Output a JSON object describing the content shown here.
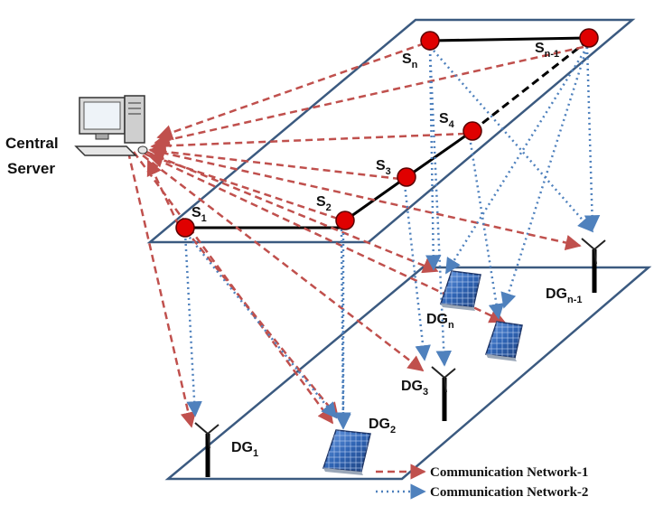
{
  "server": {
    "line1": "Central",
    "line2": "Server"
  },
  "sensors": [
    {
      "id": "s1",
      "base": "S",
      "sub": "1"
    },
    {
      "id": "s2",
      "base": "S",
      "sub": "2"
    },
    {
      "id": "s3",
      "base": "S",
      "sub": "3"
    },
    {
      "id": "s4",
      "base": "S",
      "sub": "4"
    },
    {
      "id": "sn",
      "base": "S",
      "sub": "n"
    },
    {
      "id": "sn1",
      "base": "S",
      "sub": "n-1"
    }
  ],
  "generators": [
    {
      "id": "dg1",
      "base": "DG",
      "sub": "1",
      "kind": "wind-turbine"
    },
    {
      "id": "dg2",
      "base": "DG",
      "sub": "2",
      "kind": "solar-panel"
    },
    {
      "id": "dg3",
      "base": "DG",
      "sub": "3",
      "kind": "wind-turbine"
    },
    {
      "id": "dgn",
      "base": "DG",
      "sub": "n",
      "kind": "solar-panel"
    },
    {
      "id": "dgn1",
      "base": "DG",
      "sub": "n-1",
      "kind": "wind-turbine"
    },
    {
      "id": "dgx",
      "base": "",
      "sub": "",
      "kind": "solar-panel"
    }
  ],
  "legend": {
    "network1": "Communication Network-1",
    "network2": "Communication Network-2"
  },
  "colors": {
    "network1": "#c0504d",
    "network2": "#4f81bd",
    "plane": "#3b5a80",
    "node": "#e00000",
    "panel": "#2f64b4"
  }
}
